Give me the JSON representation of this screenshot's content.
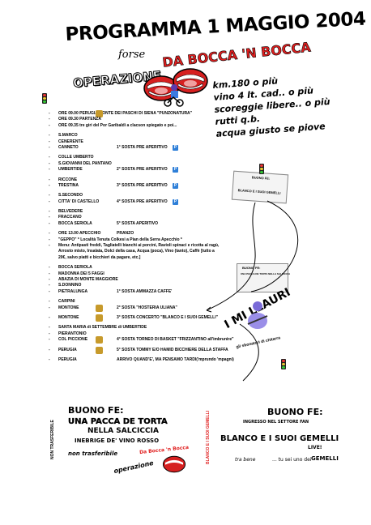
{
  "header": {
    "title": "PROGRAMMA 1 MAGGIO 2004",
    "forse": "forse",
    "bocca": "DA BOCCA 'N BOCCA",
    "operazione": "OPERAZIONE"
  },
  "tagline": [
    "km.180 o più",
    "vino 4 lt. cad.. o più",
    "scoreggie libere.. o più",
    "rutti q.b.",
    "acqua giusto se piove"
  ],
  "itinerary": [
    {
      "label": "ORE 09.00 PERUGIA MONTE DEI PASCHI DI SIENA \"PUNZONATURA\"",
      "sosta": "",
      "icon": "check"
    },
    {
      "label": "ORE 09.30 PARTENZA",
      "sosta": ""
    },
    {
      "label": "ORE 09.35 tre giri del Por Garibaldi a clacson spiegato e poi...",
      "sosta": ""
    },
    {
      "gap": true
    },
    {
      "label": "S.MARCO",
      "sosta": ""
    },
    {
      "label": "CENERENTE",
      "sosta": ""
    },
    {
      "label": "CANNETO",
      "sosta": "1° SOSTA PRE APERITIVO",
      "p": true
    },
    {
      "gap": true
    },
    {
      "label": "COLLE UMBERTO",
      "sosta": ""
    },
    {
      "label": "S.GIOVANNI DEL PANTANO",
      "sosta": ""
    },
    {
      "label": "UMBERTIDE",
      "sosta": "2° SOSTA PRE APERITIVO",
      "p": true
    },
    {
      "gap": true
    },
    {
      "label": "RICCONE",
      "sosta": ""
    },
    {
      "label": "TRESTINA",
      "sosta": "3° SOSTA PRE APERITIVO",
      "p": true
    },
    {
      "gap": true
    },
    {
      "label": "S.SECONDO",
      "sosta": ""
    },
    {
      "label": "CITTA' DI CASTELLO",
      "sosta": "4° SOSTA PRE APERITIVO",
      "p": true
    },
    {
      "gap": true
    },
    {
      "label": "BELVEDERE",
      "sosta": ""
    },
    {
      "label": "FRACCANO",
      "sosta": ""
    },
    {
      "label": "BOCCA SERIOLA",
      "sosta": "5° SOSTA APERITIVO"
    },
    {
      "gap": true
    },
    {
      "label": "ORE 13.00 APECCHIO",
      "sosta": "PRANZO"
    },
    {
      "label": "\"GEPPO\" * Località Tenuta Colkesi a Pian della Serra Apecchio *",
      "sosta": ""
    },
    {
      "label": "Menu: Antipasti freddi, Tagliatelli bianchi ai porcini, Ravioli spinaci e ricotta al ragù,",
      "sosta": ""
    },
    {
      "label": "Arrosto misto, Insalata, Dolci della casa, Acqua (poca), Vino (tanto), Caffè [tutto a",
      "sosta": "",
      "nodash": true
    },
    {
      "label": "20€, salvo piatti e bicchieri da pagare, etc.]",
      "sosta": "",
      "nodash": true
    },
    {
      "gap": true
    },
    {
      "label": "BOCCA SERIOLA",
      "sosta": ""
    },
    {
      "label": "MADONNA DEI 5 FAGGI",
      "sosta": ""
    },
    {
      "label": "ABAZIA DI MONTE MAGGIORE",
      "sosta": ""
    },
    {
      "label": "S.DONNINO",
      "sosta": ""
    },
    {
      "label": "PIETRALUNGA",
      "sosta": "1° SOSTA AMMAZZA CAFFE'"
    },
    {
      "gap": true
    },
    {
      "label": "CARPINI",
      "sosta": ""
    },
    {
      "label": "MONTONE",
      "sosta": "2° SOSTA \"HOSTERIA ULIANA\"",
      "icon": "check"
    },
    {
      "gap": true
    },
    {
      "label": "MONTONE",
      "sosta": "3° SOSTA CONCERTO \"BLANCO E I SUOI GEMELLI\"",
      "icon": "check"
    },
    {
      "gap": true
    },
    {
      "label": "SANTA MARIA di SETTEMBRE di UMBERTIDE",
      "sosta": ""
    },
    {
      "label": "PIERANTONIO",
      "sosta": ""
    },
    {
      "label": "COL PICCIONE",
      "sosta": "4° SOSTA TORNEO DI BASKET \"FRIZZANTINO all'imbrunire\"",
      "icon": "check"
    },
    {
      "gap": true
    },
    {
      "label": "PERUGIA",
      "sosta": "5° SOSTA TOMMY E/O HAMID BICCHIERE DELLA STAFFA",
      "icon": "check"
    },
    {
      "gap": true
    },
    {
      "label": "PERUGIA",
      "sosta": "ARRIVO QUAND'E', MA PENSAMO TARDI('mprundo 'mpagni)"
    }
  ],
  "voucher_top": {
    "title": "BUONO FE:",
    "line": "BLANCO E I SUOI GEMELLI"
  },
  "voucher_mid": {
    "title": "BUONO FE:",
    "line": "UNA PACCA DE TORTA NELLA SALCICCIA"
  },
  "milauri": "I MI LLAURI",
  "chitarra": "gli sbonatori di chitarra",
  "bottom_left": {
    "buono": "BUONO FE:",
    "line1": "UNA PACCA DE TORTA",
    "line2": "NELLA SALCICCIA",
    "line3": "INEBRIGE DE' VINO ROSSO",
    "line4": "non trasferibile",
    "vertical": "NON TRASFERIBILE",
    "bocca": "Da Bocca 'n Bocca",
    "operazione": "operazione"
  },
  "bottom_right": {
    "buono": "BUONO FE:",
    "ingresso": "INGRESSO NEL SETTORE FAN",
    "gemelli": "BLANCO E I SUOI GEMELLI",
    "live": "LIVE!",
    "vertical": "BLANCO E I SUOI GEMELLI",
    "tra": "tra bene",
    "tu": "... tu sei uno dei",
    "gem2": "GEMELLI"
  },
  "colors": {
    "red": "#e01e1e",
    "parking": "#2e7fd8",
    "check": "#c79a2b"
  }
}
